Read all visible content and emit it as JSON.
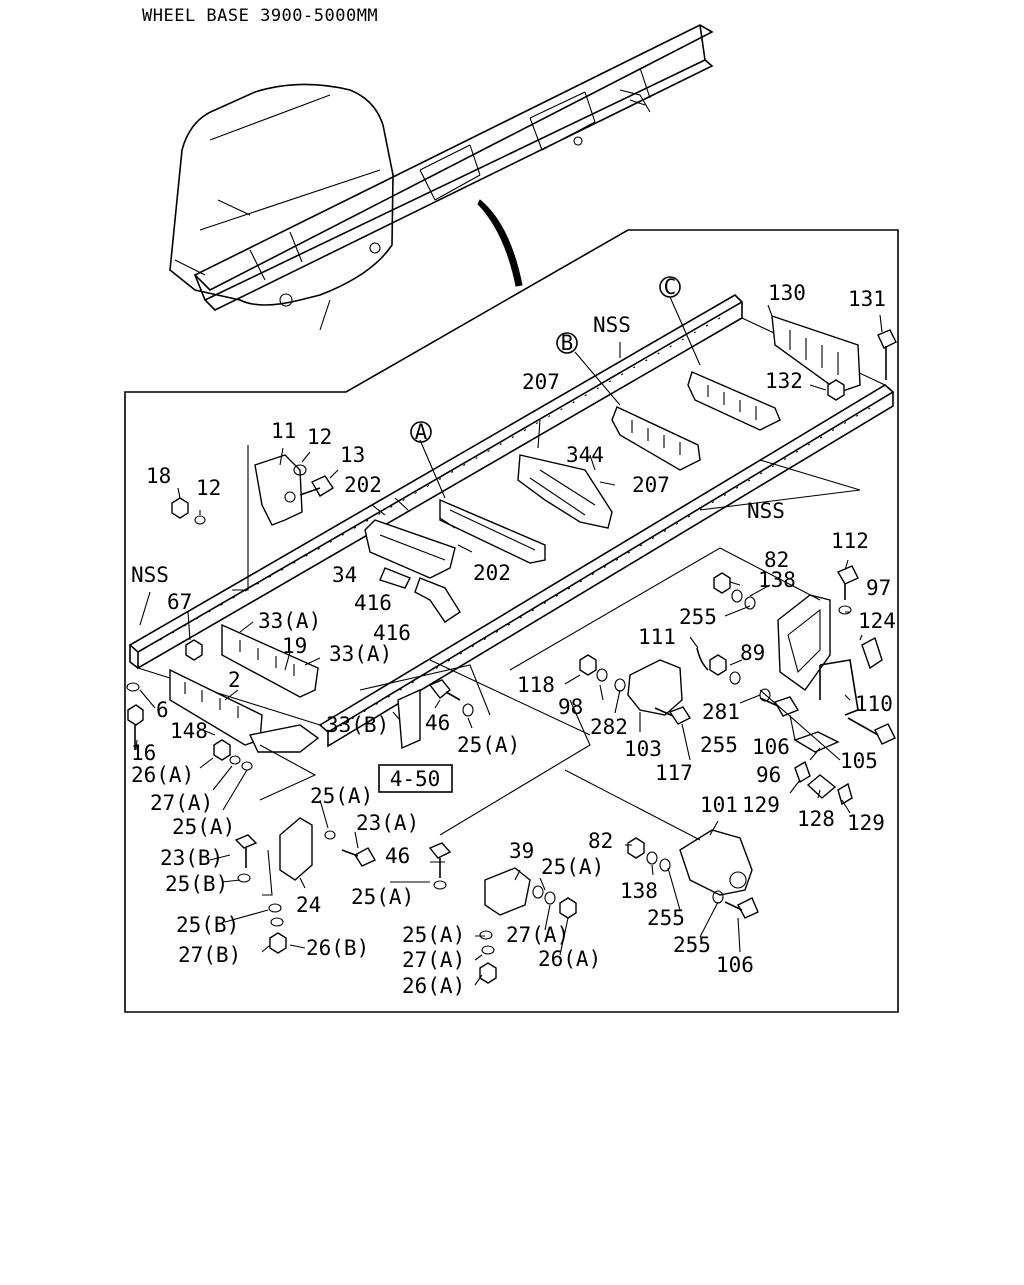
{
  "title": "WHEEL BASE 3900-5000MM",
  "ref_box": "4-50",
  "circled": [
    {
      "id": "circle-a",
      "text": "A"
    },
    {
      "id": "circle-b",
      "text": "B"
    },
    {
      "id": "circle-c",
      "text": "C"
    }
  ],
  "callouts": [
    {
      "id": "c-130",
      "text": "130"
    },
    {
      "id": "c-131",
      "text": "131"
    },
    {
      "id": "c-nss-top",
      "text": "NSS"
    },
    {
      "id": "c-132",
      "text": "132"
    },
    {
      "id": "c-207-top",
      "text": "207"
    },
    {
      "id": "c-344",
      "text": "344"
    },
    {
      "id": "c-207-mid",
      "text": "207"
    },
    {
      "id": "c-11",
      "text": "11"
    },
    {
      "id": "c-12-a",
      "text": "12"
    },
    {
      "id": "c-13",
      "text": "13"
    },
    {
      "id": "c-18",
      "text": "18"
    },
    {
      "id": "c-12-b",
      "text": "12"
    },
    {
      "id": "c-202-a",
      "text": "202"
    },
    {
      "id": "c-202-b",
      "text": "202"
    },
    {
      "id": "c-34",
      "text": "34"
    },
    {
      "id": "c-416-a",
      "text": "416"
    },
    {
      "id": "c-416-b",
      "text": "416"
    },
    {
      "id": "c-nss-right",
      "text": "NSS"
    },
    {
      "id": "c-nss-left",
      "text": "NSS"
    },
    {
      "id": "c-67",
      "text": "67"
    },
    {
      "id": "c-33a-1",
      "text": "33(A)"
    },
    {
      "id": "c-19",
      "text": "19"
    },
    {
      "id": "c-33a-2",
      "text": "33(A)"
    },
    {
      "id": "c-2",
      "text": "2"
    },
    {
      "id": "c-6",
      "text": "6"
    },
    {
      "id": "c-148",
      "text": "148"
    },
    {
      "id": "c-16",
      "text": "16"
    },
    {
      "id": "c-33b",
      "text": "33(B)"
    },
    {
      "id": "c-46-a",
      "text": "46"
    },
    {
      "id": "c-25a-1",
      "text": "25(A)"
    },
    {
      "id": "c-26a-1",
      "text": "26(A)"
    },
    {
      "id": "c-27a-1",
      "text": "27(A)"
    },
    {
      "id": "c-25a-2",
      "text": "25(A)"
    },
    {
      "id": "c-25a-3",
      "text": "25(A)"
    },
    {
      "id": "c-23a",
      "text": "23(A)"
    },
    {
      "id": "c-23b",
      "text": "23(B)"
    },
    {
      "id": "c-25b-1",
      "text": "25(B)"
    },
    {
      "id": "c-24",
      "text": "24"
    },
    {
      "id": "c-25b-2",
      "text": "25(B)"
    },
    {
      "id": "c-27b",
      "text": "27(B)"
    },
    {
      "id": "c-26b",
      "text": "26(B)"
    },
    {
      "id": "c-46-b",
      "text": "46"
    },
    {
      "id": "c-39",
      "text": "39"
    },
    {
      "id": "c-25a-4",
      "text": "25(A)"
    },
    {
      "id": "c-25a-5",
      "text": "25(A)"
    },
    {
      "id": "c-25a-6",
      "text": "25(A)"
    },
    {
      "id": "c-27a-2",
      "text": "27(A)"
    },
    {
      "id": "c-27a-3",
      "text": "27(A)"
    },
    {
      "id": "c-26a-2",
      "text": "26(A)"
    },
    {
      "id": "c-26a-3",
      "text": "26(A)"
    },
    {
      "id": "c-82-a",
      "text": "82"
    },
    {
      "id": "c-112",
      "text": "112"
    },
    {
      "id": "c-138-a",
      "text": "138"
    },
    {
      "id": "c-97",
      "text": "97"
    },
    {
      "id": "c-255-a",
      "text": "255"
    },
    {
      "id": "c-124",
      "text": "124"
    },
    {
      "id": "c-111",
      "text": "111"
    },
    {
      "id": "c-89",
      "text": "89"
    },
    {
      "id": "c-118",
      "text": "118"
    },
    {
      "id": "c-110",
      "text": "110"
    },
    {
      "id": "c-98",
      "text": "98"
    },
    {
      "id": "c-282",
      "text": "282"
    },
    {
      "id": "c-281",
      "text": "281"
    },
    {
      "id": "c-103",
      "text": "103"
    },
    {
      "id": "c-255-b",
      "text": "255"
    },
    {
      "id": "c-106-a",
      "text": "106"
    },
    {
      "id": "c-105",
      "text": "105"
    },
    {
      "id": "c-117",
      "text": "117"
    },
    {
      "id": "c-96",
      "text": "96"
    },
    {
      "id": "c-129-a",
      "text": "129"
    },
    {
      "id": "c-128",
      "text": "128"
    },
    {
      "id": "c-129-b",
      "text": "129"
    },
    {
      "id": "c-101",
      "text": "101"
    },
    {
      "id": "c-82-b",
      "text": "82"
    },
    {
      "id": "c-138-b",
      "text": "138"
    },
    {
      "id": "c-255-c",
      "text": "255"
    },
    {
      "id": "c-255-d",
      "text": "255"
    },
    {
      "id": "c-106-b",
      "text": "106"
    }
  ]
}
